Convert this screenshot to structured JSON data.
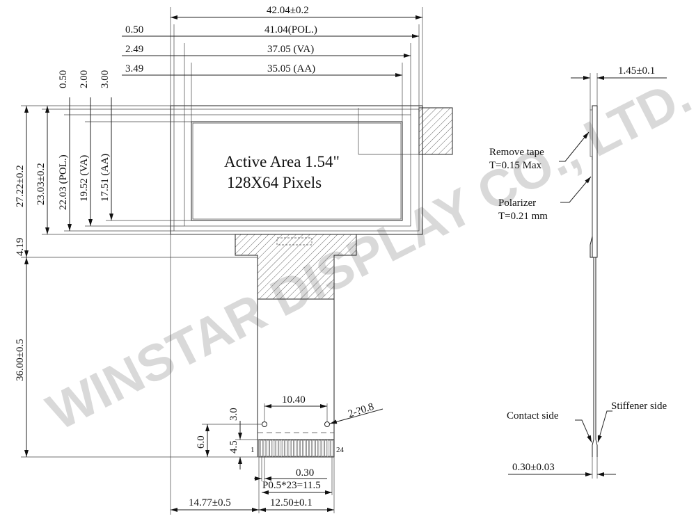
{
  "front_view": {
    "active_area_line1": "Active Area 1.54\"",
    "active_area_line2": "128X64 Pixels",
    "top_dims": [
      "42.04±0.2",
      "41.04(POL.)",
      "37.05 (VA)",
      "35.05 (AA)"
    ],
    "top_offsets": [
      "0.50",
      "2.49",
      "3.49"
    ],
    "left_dims": [
      "27.22±0.2",
      "23.03±0.2",
      "22.03 (POL.)",
      "19.52 (VA)",
      "17.51 (AA)"
    ],
    "left_offsets": [
      "0.50",
      "2.00",
      "3.00"
    ],
    "bend_dim": "4.19",
    "fpc_length": "36.00±0.5",
    "hole_pitch": "10.40",
    "hole_callout": "2-?0.8",
    "hole_offset": "3.0",
    "dim_6": "6.0",
    "dim_45": "4.5",
    "pin_first": "1",
    "pin_last": "24",
    "pin_width": "0.30",
    "pitch": "P0.5*23=11.5",
    "fpc_width": "12.50±0.1",
    "fpc_offset": "14.77±0.5"
  },
  "side_view": {
    "thickness": "1.45±0.1",
    "remove_tape_line1": "Remove tape",
    "remove_tape_line2": "T=0.15 Max",
    "polarizer_line1": "Polarizer",
    "polarizer_line2": "T=0.21 mm",
    "contact_side": "Contact side",
    "stiffener_side": "Stiffener side",
    "fpc_thickness": "0.30±0.03"
  },
  "watermark": "WINSTAR DISPLAY CO., LTD."
}
